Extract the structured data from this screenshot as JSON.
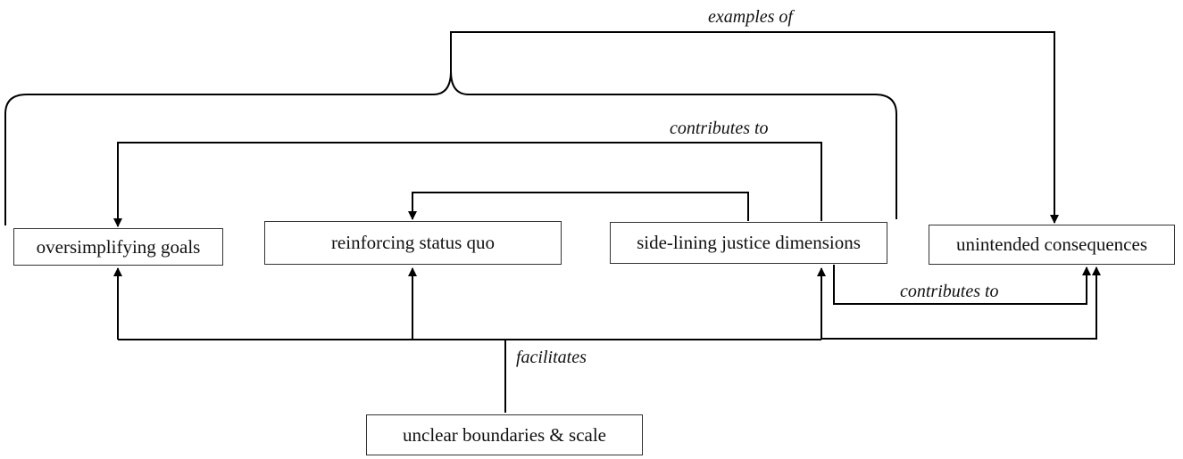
{
  "nodes": {
    "oversimplifying": "oversimplifying goals",
    "status_quo": "reinforcing status quo",
    "sidelining": "side-lining justice dimensions",
    "unintended": "unintended consequences",
    "unclear": "unclear boundaries & scale"
  },
  "edge_labels": {
    "examples_of": "examples of",
    "contributes_to_top": "contributes to",
    "contributes_to_right": "contributes to",
    "facilitates": "facilitates"
  },
  "colors": {
    "line": "#000000",
    "box_border": "#333333",
    "text": "#111111"
  }
}
